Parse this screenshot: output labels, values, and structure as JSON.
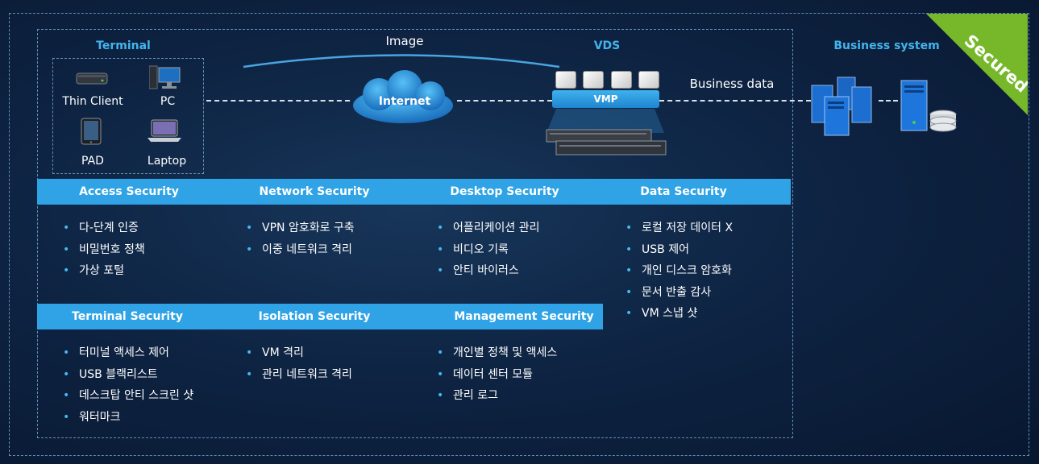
{
  "terminal": {
    "title": "Terminal",
    "devices": [
      {
        "label": "Thin Client",
        "icon": "thin-client-icon"
      },
      {
        "label": "PC",
        "icon": "pc-icon"
      },
      {
        "label": "PAD",
        "icon": "tablet-icon"
      },
      {
        "label": "Laptop",
        "icon": "laptop-icon"
      }
    ]
  },
  "flow": {
    "image_label": "Image",
    "internet_label": "Internet",
    "business_data_label": "Business data"
  },
  "vds": {
    "title": "VDS",
    "vmp_label": "VMP"
  },
  "business_system": {
    "title": "Business system"
  },
  "badge": {
    "text": "Secured",
    "color": "#76b82a"
  },
  "colors": {
    "accent": "#2fa3e6",
    "title_blue": "#42b4ee",
    "background": "#0e2443"
  },
  "categories": [
    {
      "title": "Access Security",
      "items": [
        "다-단계 인증",
        "비밀번호 정책",
        "가상 포털"
      ]
    },
    {
      "title": "Network Security",
      "items": [
        "VPN 암호화로 구축",
        "이중 네트워크 격리"
      ]
    },
    {
      "title": "Desktop Security",
      "items": [
        "어플리케이션 관리",
        "비디오 기록",
        "안티 바이러스"
      ]
    },
    {
      "title": "Data Security",
      "items": [
        "로컬 저장 데이터 X",
        "USB 제어",
        "개인 디스크 암호화",
        "문서 반출 감사",
        "VM 스냅 샷"
      ]
    },
    {
      "title": "Terminal Security",
      "items": [
        "터미널 액세스 제어",
        "USB 블랙리스트",
        "데스크탑 안티 스크린 샷",
        "워터마크"
      ]
    },
    {
      "title": "Isolation Security",
      "items": [
        "VM 격리",
        "관리 네트워크 격리"
      ]
    },
    {
      "title": "Management Security",
      "items": [
        "개인별 정책 및 액세스",
        "데이터 센터 모듈",
        "관리 로그"
      ]
    }
  ]
}
